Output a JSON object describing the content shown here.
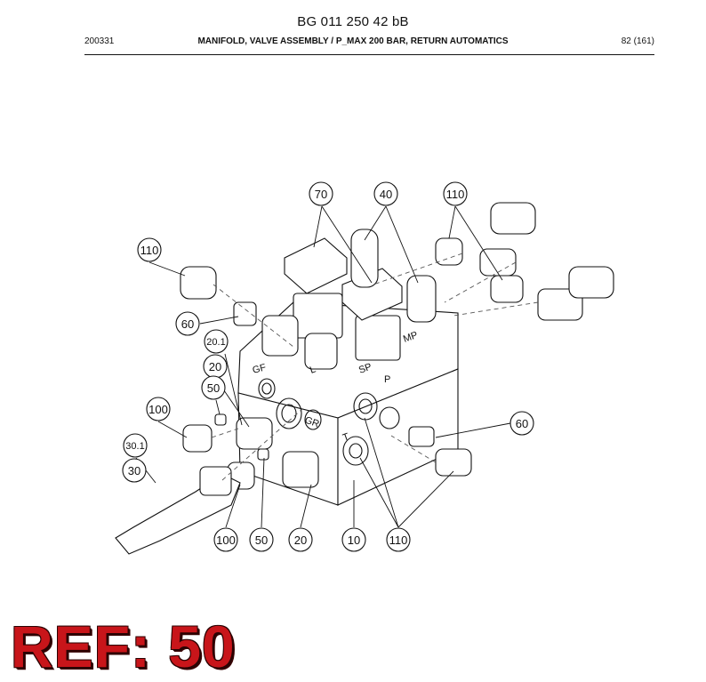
{
  "header": {
    "doc_number": "BG 011 250 42 bB",
    "code": "200331",
    "title": "MANIFOLD, VALVE ASSEMBLY / P_MAX 200 BAR, RETURN AUTOMATICS",
    "page": "82 (161)"
  },
  "callouts": {
    "c70": "70",
    "c40": "40",
    "c110_top": "110",
    "c110_left": "110",
    "c60_left": "60",
    "c20_1": "20.1",
    "c20_top": "20",
    "c50_top": "50",
    "c100_top": "100",
    "c30_1": "30.1",
    "c30": "30",
    "c60_right": "60",
    "c100_bottom": "100",
    "c50_bottom": "50",
    "c20_bottom": "20",
    "c10": "10",
    "c110_bottom": "110"
  },
  "port_labels": {
    "gf": "GF",
    "gr": "GR",
    "p": "P",
    "t": "T",
    "l": "L",
    "mp": "MP",
    "sp": "SP"
  },
  "ref": {
    "label": "REF:",
    "value": "50"
  }
}
